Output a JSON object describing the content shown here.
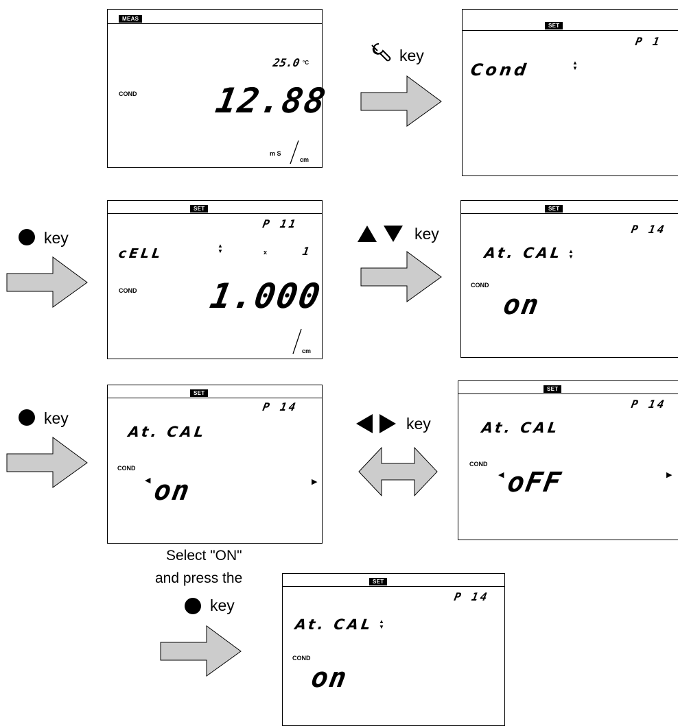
{
  "colors": {
    "arrow_fill": "#cccccc",
    "stroke": "#000000",
    "badge": "#000000"
  },
  "screen1": {
    "mode": "MEAS",
    "temp": "25.0",
    "temp_unit": "°C",
    "label": "COND",
    "value": "12.88",
    "unit_top": "m S",
    "unit_bottom": "cm"
  },
  "screen2": {
    "mode": "SET",
    "param": "P 1",
    "text": "Cond"
  },
  "screen3": {
    "mode": "SET",
    "param": "P 11",
    "text": "cELL",
    "mult": "x",
    "mult_val": "1",
    "label": "COND",
    "value": "1.000",
    "unit_bottom": "cm"
  },
  "screen4": {
    "mode": "SET",
    "param": "P 14",
    "text": "At. CAL",
    "label": "COND",
    "value": "on"
  },
  "screen5": {
    "mode": "SET",
    "param": "P 14",
    "text": "At. CAL",
    "label": "COND",
    "value": "on"
  },
  "screen6": {
    "mode": "SET",
    "param": "P 14",
    "text": "At. CAL",
    "label": "COND",
    "value": "oFF"
  },
  "screen7": {
    "mode": "SET",
    "param": "P 14",
    "text": "At. CAL",
    "label": "COND",
    "value": "on"
  },
  "steps": {
    "wrench_key": "key",
    "enter_key_1": "key",
    "updown_key": "key",
    "enter_key_2": "key",
    "leftright_key": "key",
    "final_line1": "Select \"ON\"",
    "final_line2": "and press the",
    "final_key": "key"
  }
}
